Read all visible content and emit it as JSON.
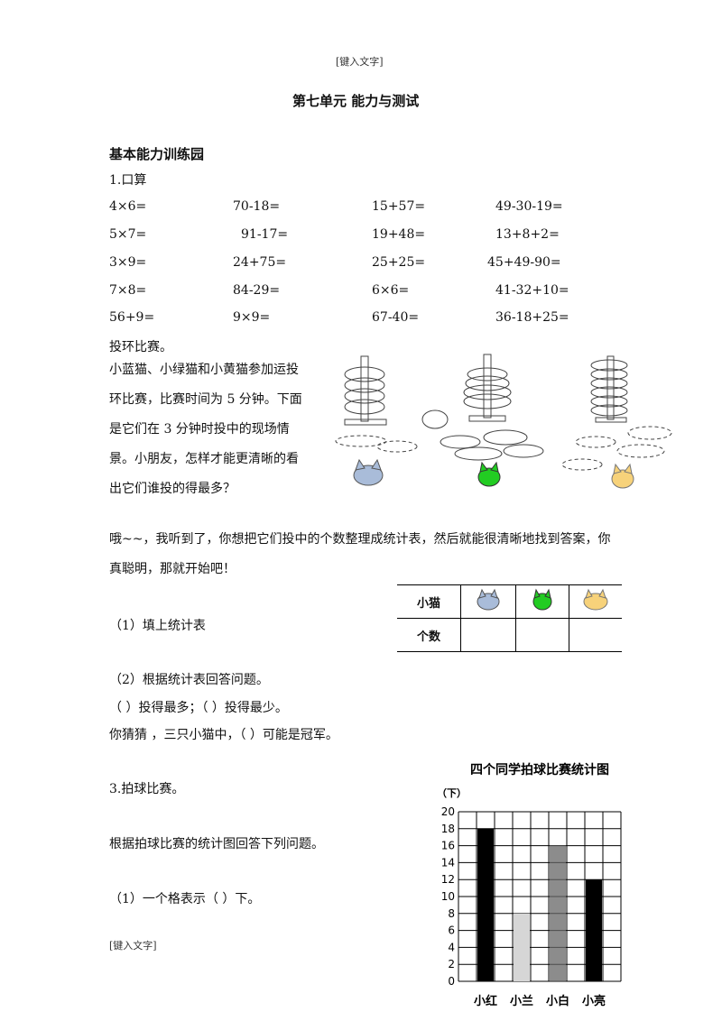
{
  "header_top": "[键入文字]",
  "header_bottom": "[键入文字]",
  "title": "第七单元 能力与测试",
  "section1": "基本能力训练园",
  "q1_label": "1.口算",
  "arith": [
    [
      "4×6=",
      "70-18=",
      "15+57=",
      "49-30-19="
    ],
    [
      "5×7=",
      "91-17=",
      "19+48=",
      "13+8+2="
    ],
    [
      "3×9=",
      "24+75=",
      "25+25=",
      "45+49-90="
    ],
    [
      "7×8=",
      "84-29=",
      "6×6=",
      "41-32+10="
    ],
    [
      "56+9=",
      "9×9=",
      "67-40=",
      "36-18+25="
    ]
  ],
  "q2_title": "投环比赛。",
  "q2_text": "小蓝猫、小绿猫和小黄猫参加运投环比赛，比赛时间为 5 分钟。下面是它们在 3 分钟时投中的现场情景。小朋友，怎样才能更清晰的看出它们谁投的得最多？",
  "q2_para2": "哦~~，我听到了，你想把它们投中的个数整理成统计表，然后就能很清晰地找到答案，你真聪明，那就开始吧！",
  "q2_sub1": "（1）填上统计表",
  "q2_sub2": "（2）根据统计表回答问题。",
  "q2_blank1": "（    ）投得最多；（    ）投得最少。",
  "q2_guess": "你猜猜 ，三只小猫中，（     ）可能是冠军。",
  "stat_table": {
    "row1": "小猫",
    "row2": "个数"
  },
  "q3_title": "3.拍球比赛。",
  "q3_text": "根据拍球比赛的统计图回答下列问题。",
  "q3_sub1": "（1）一个格表示（    ）下。",
  "colors": {
    "blue_cat": "#a9bcd9",
    "green_cat": "#22cc22",
    "yellow_cat": "#f7d27a"
  },
  "chart_data": {
    "type": "bar",
    "title": "四个同学拍球比赛统计图",
    "ylabel": "（下）",
    "categories": [
      "小红",
      "小兰",
      "小白",
      "小亮"
    ],
    "values": [
      18,
      8,
      16,
      12
    ],
    "ylim": [
      0,
      20
    ],
    "yticks": [
      0,
      2,
      4,
      6,
      8,
      10,
      12,
      14,
      16,
      18,
      20
    ],
    "grid": true
  }
}
